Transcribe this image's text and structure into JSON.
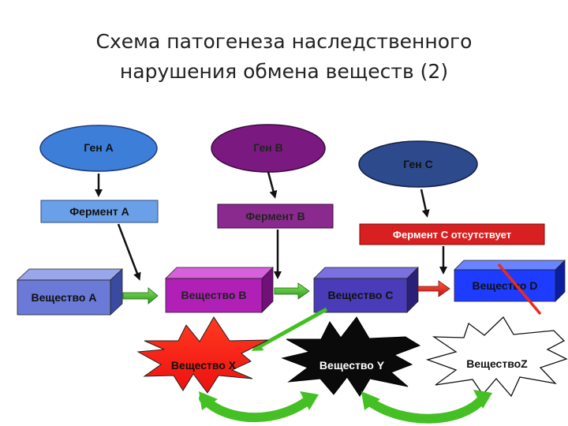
{
  "title_line1": "Схема патогенеза наследственного",
  "title_line2": "нарушения обмена веществ (2)",
  "genes": {
    "a": "Ген А",
    "b": "Ген В",
    "c": "Ген С"
  },
  "enzymes": {
    "a": "Фермент А",
    "b": "Фермент В",
    "c_missing": "Фермент С отсутствует"
  },
  "substances": {
    "a": "Вещество А",
    "b": "Вещество В",
    "c": "Вещество С",
    "d": "Вещество D",
    "x": "Вещество Х",
    "y": "Вещество Y",
    "z": "ВеществоZ"
  },
  "colors": {
    "gene_blue": "#3d7fd8",
    "gene_purple": "#7a1a80",
    "gene_navy": "#2d4a8c",
    "box_blue": "#6a7ad6",
    "box_magenta": "#b020b6",
    "box_indigo": "#4a3cb8",
    "box_bright_blue": "#1e3cff",
    "missing_enzyme_red": "#d82020",
    "arrow_green": "#44c024",
    "arrow_red": "#e02020"
  }
}
